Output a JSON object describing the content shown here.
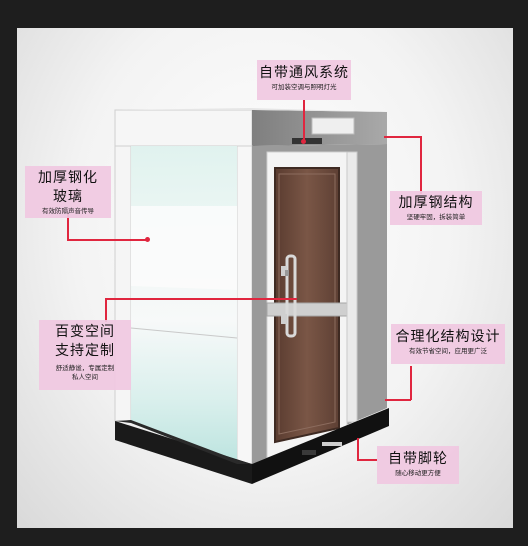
{
  "callouts": {
    "ventilation": {
      "title": "自带通风系统",
      "subtitle": "可加装空调与照明灯光"
    },
    "glass": {
      "title_line1": "加厚钢化",
      "title_line2": "玻璃",
      "subtitle": "有效防隔声音传导"
    },
    "steel": {
      "title": "加厚钢结构",
      "subtitle": "坚硬牢固，拆装简单"
    },
    "space": {
      "title_line1": "百变空间",
      "title_line2": "支持定制",
      "subtitle_line1": "舒适静谧，专属定制",
      "subtitle_line2": "私人空间"
    },
    "design": {
      "title": "合理化结构设计",
      "subtitle": "有效节省空间，应用更广泛"
    },
    "wheels": {
      "title": "自带脚轮",
      "subtitle": "随心移动更方便"
    }
  },
  "colors": {
    "accent_line": "#e0263f",
    "label_bg": "#f0c8e1",
    "frame_white": "#f4f4f4",
    "frame_grey": "#8d8d8d",
    "door_wood": "#6a4a3c",
    "base_black": "#151515"
  }
}
